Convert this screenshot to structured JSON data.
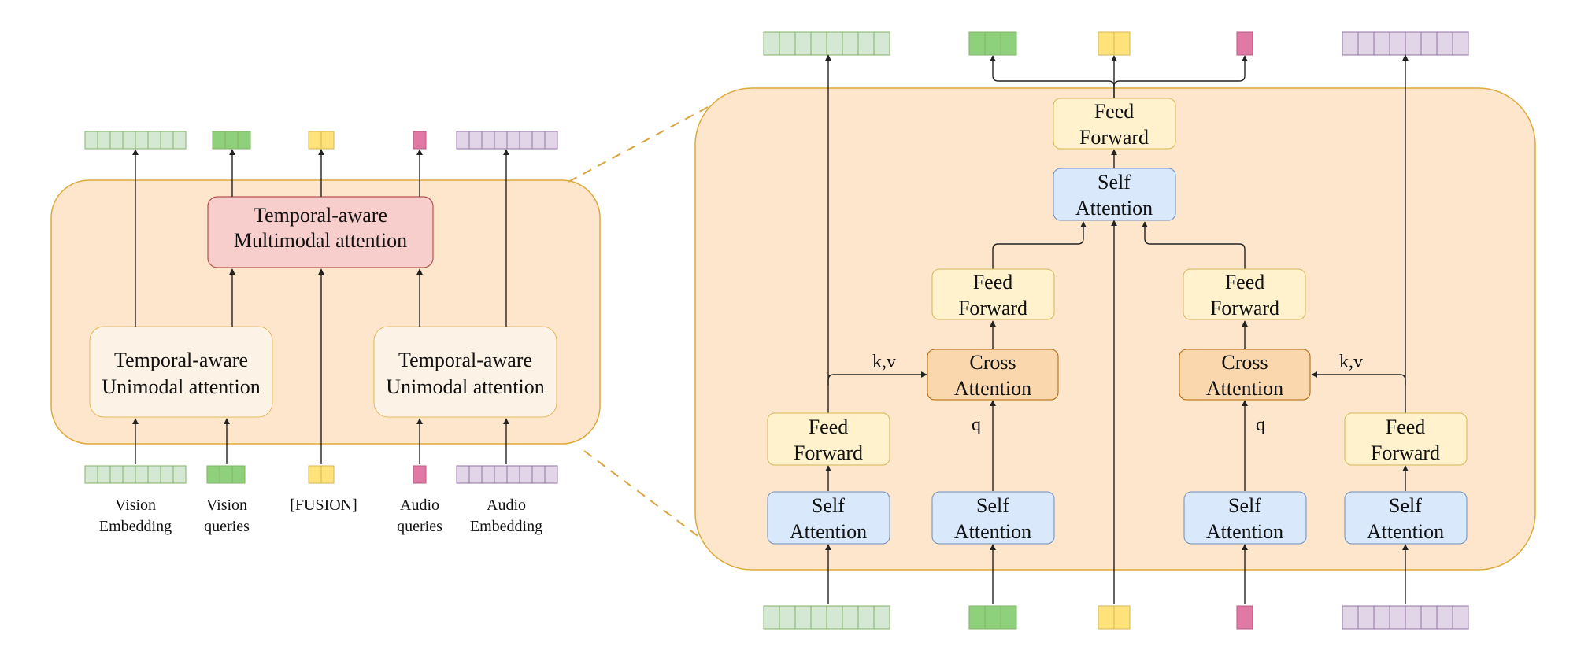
{
  "colors": {
    "panel_fill": "#fde6cc",
    "panel_stroke": "#dfaa3c",
    "vision": "#d5e8d4",
    "vision_stroke": "#82b366",
    "vision_query": "#8fd07b",
    "fusion": "#ffe27a",
    "fusion_stroke": "#d6b656",
    "audio_query": "#e07aa5",
    "audio_query_stroke": "#b85a82",
    "audio": "#e1d5e7",
    "audio_stroke": "#9673a6",
    "multimodal_fill": "#f8cecc",
    "multimodal_stroke": "#b85450",
    "unimodal_fill": "#fdf2e6",
    "self_attention_fill": "#dae8fc",
    "self_attention_stroke": "#6c8ebf",
    "feed_forward_fill": "#fff2cc",
    "cross_attention_fill": "#fad7ac",
    "cross_attention_stroke": "#b46504"
  },
  "left": {
    "multimodal_block": [
      "Temporal-aware",
      "Multimodal attention"
    ],
    "unimodal_left": [
      "Temporal-aware",
      "Unimodal attention"
    ],
    "unimodal_right": [
      "Temporal-aware",
      "Unimodal attention"
    ],
    "input_labels": [
      [
        "Vision",
        "Embedding"
      ],
      [
        "Vision",
        "queries"
      ],
      [
        "[FUSION]"
      ],
      [
        "Audio",
        "queries"
      ],
      [
        "Audio",
        "Embedding"
      ]
    ]
  },
  "right": {
    "top_feed_forward": [
      "Feed",
      "Forward"
    ],
    "top_self_attention": [
      "Self",
      "Attention"
    ],
    "left_feed_forward_mid": [
      "Feed",
      "Forward"
    ],
    "right_feed_forward_mid": [
      "Feed",
      "Forward"
    ],
    "left_cross_attention": [
      "Cross",
      "Attention"
    ],
    "right_cross_attention": [
      "Cross",
      "Attention"
    ],
    "left_feed_forward_low": [
      "Feed",
      "Forward"
    ],
    "right_feed_forward_low": [
      "Feed",
      "Forward"
    ],
    "self_attention_1": [
      "Self",
      "Attention"
    ],
    "self_attention_2": [
      "Self",
      "Attention"
    ],
    "self_attention_3": [
      "Self",
      "Attention"
    ],
    "self_attention_4": [
      "Self",
      "Attention"
    ],
    "kv_label_left": "k,v",
    "kv_label_right": "k,v",
    "q_label_left": "q",
    "q_label_right": "q"
  }
}
